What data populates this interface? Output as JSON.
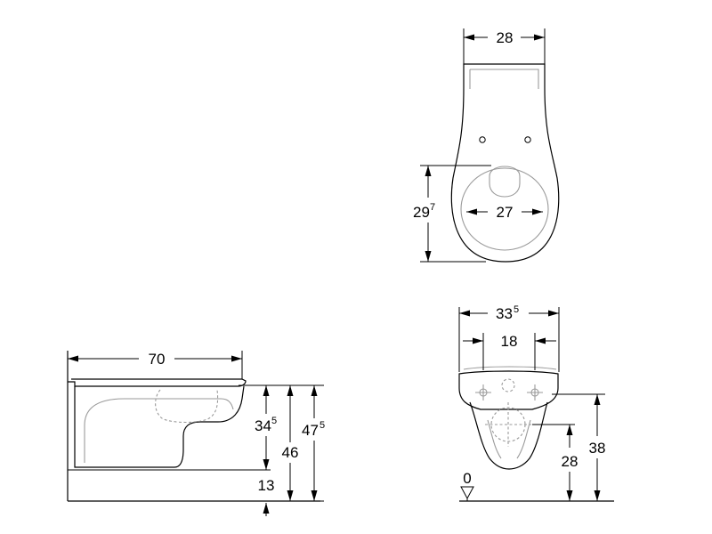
{
  "top_view": {
    "width_label": "28",
    "depth_label": "29",
    "depth_sup": "7",
    "opening_label": "27"
  },
  "side_view": {
    "length_label": "70",
    "rim_height_label": "34",
    "rim_height_sup": "5",
    "top_height_label": "46",
    "total_height_label": "47",
    "total_height_sup": "5",
    "base_label": "13"
  },
  "front_view": {
    "width_label": "33",
    "width_sup": "5",
    "fixing_label": "18",
    "outlet_height_label": "28",
    "rim_height_label": "38",
    "floor_label": "0"
  }
}
